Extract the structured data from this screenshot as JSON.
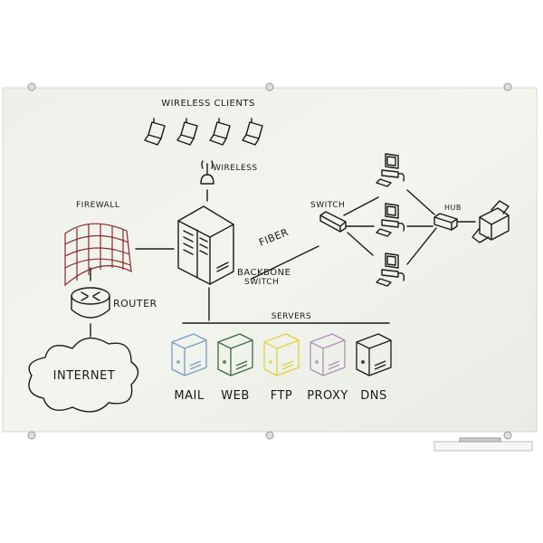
{
  "diagram": {
    "labels": {
      "wireless_clients": "WIRELESS CLIENTS",
      "wireless": "WIRELESS",
      "firewall": "FIREWALL",
      "router": "ROUTER",
      "internet": "INTERNET",
      "backbone": "BACKBONE",
      "switch_line2": "SWITCH",
      "fiber": "FIBER",
      "switch": "SWITCH",
      "hub": "HUB",
      "servers": "SERVERS"
    },
    "servers": [
      {
        "label": "MAIL",
        "color": "#7a9cc0"
      },
      {
        "label": "WEB",
        "color": "#3d6b3d"
      },
      {
        "label": "FTP",
        "color": "#e0d040"
      },
      {
        "label": "PROXY",
        "color": "#b090b8"
      },
      {
        "label": "DNS",
        "color": "#1a1a1a"
      }
    ],
    "colors": {
      "board": "#eef1ea",
      "firewall": "#8a2a2a",
      "ink": "#1a1a1a"
    }
  }
}
